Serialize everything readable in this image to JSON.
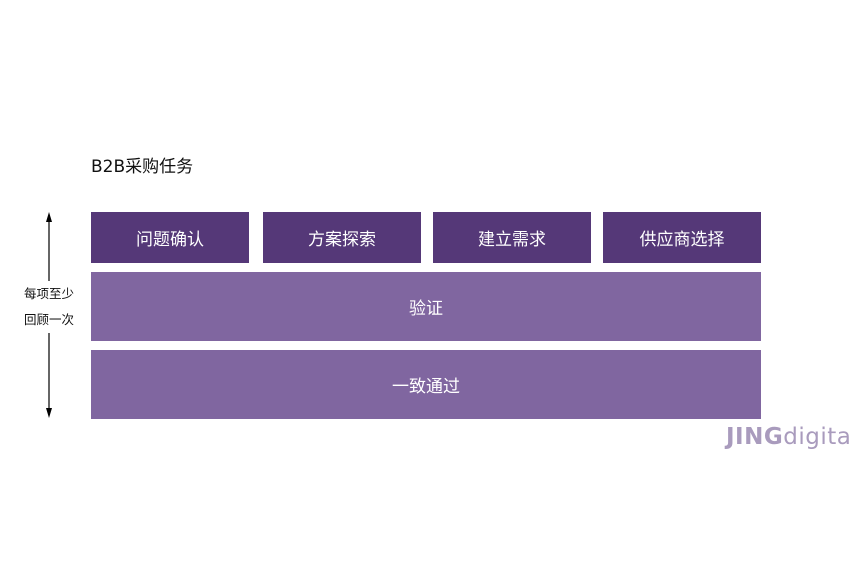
{
  "title": "B2B采购任务",
  "tasks": [
    "问题确认",
    "方案探索",
    "建立需求",
    "供应商选择"
  ],
  "verification": "验证",
  "consensus": "一致通过",
  "side_label": [
    "每项至少",
    "回顾一次"
  ],
  "logo": {
    "bold": "JING",
    "light": "digital"
  },
  "colors": {
    "task": "#553878",
    "stage": "#8066a0",
    "logo": "#a99bbd"
  }
}
